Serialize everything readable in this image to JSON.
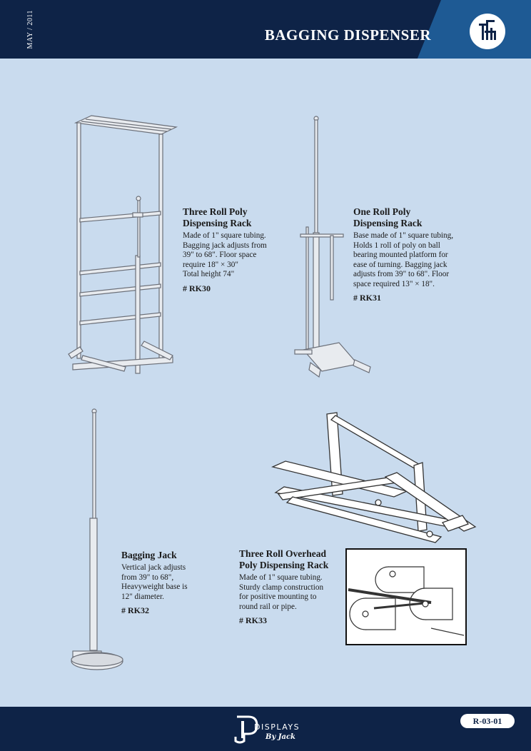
{
  "header": {
    "date": "MAY / 2011",
    "title": "BAGGING DISPENSER",
    "logo_icon": "company-logo-icon"
  },
  "products": [
    {
      "title_line1": "Three Roll Poly",
      "title_line2": "Dispensing Rack",
      "desc_lines": [
        "Made of 1\" square tubing.",
        "Bagging jack adjusts from",
        "39\" to 68\". Floor space",
        "require 18\" × 30\"",
        "Total height 74\""
      ],
      "sku": "# RK30"
    },
    {
      "title_line1": "One Roll Poly",
      "title_line2": "Dispensing Rack",
      "desc_lines": [
        "Base made of 1\" square tubing,",
        "Holds 1 roll of poly on ball",
        "bearing mounted platform for",
        "ease of turning. Bagging jack",
        "adjusts from 39\" to 68\". Floor",
        "space required 13\" × 18\"."
      ],
      "sku": "# RK31"
    },
    {
      "title_line1": "Bagging Jack",
      "title_line2": "",
      "desc_lines": [
        "Vertical jack adjusts",
        "from 39\" to 68\",",
        "Heavyweight base is",
        "12\" diameter."
      ],
      "sku": "# RK32"
    },
    {
      "title_line1": "Three Roll Overhead",
      "title_line2": "Poly Dispensing Rack",
      "desc_lines": [
        "Made of 1\" square tubing.",
        "Sturdy clamp construction",
        "for positive mounting to",
        "round rail or pipe."
      ],
      "sku": "# RK33"
    }
  ],
  "footer": {
    "brand": "DISPLAYS",
    "brand_sub": "By Jack",
    "page_code": "R-03-01"
  }
}
